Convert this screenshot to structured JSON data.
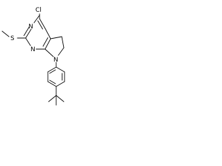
{
  "structure": {
    "atoms": {
      "cl": "Cl",
      "n_upper": "N",
      "n_lower": "N",
      "s": "S",
      "n_ring": "N"
    },
    "colors": {
      "ink": "#000000",
      "background": "#ffffff"
    }
  }
}
